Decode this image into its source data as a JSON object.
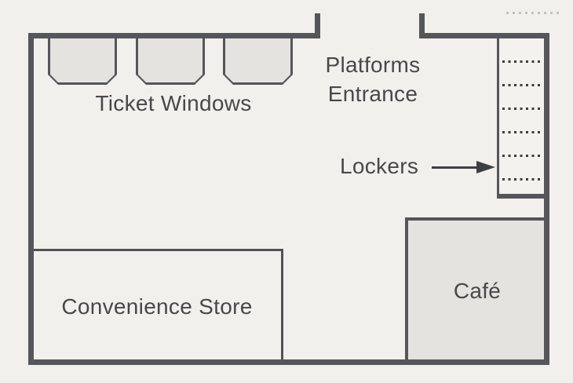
{
  "floorplan": {
    "rooms": {
      "ticket_windows": {
        "label": "Ticket Windows",
        "window_count": 3
      },
      "platforms_entrance": {
        "label_line1": "Platforms",
        "label_line2": "Entrance"
      },
      "lockers": {
        "label": "Lockers",
        "divider_rows": 6,
        "compartments": 7
      },
      "convenience_store": {
        "label": "Convenience Store"
      },
      "cafe": {
        "label": "Café"
      }
    },
    "colors": {
      "wall": "#55565a",
      "room_fill": "#e4e3e0",
      "floor": "#f2f0ed",
      "text": "#47484a"
    }
  }
}
